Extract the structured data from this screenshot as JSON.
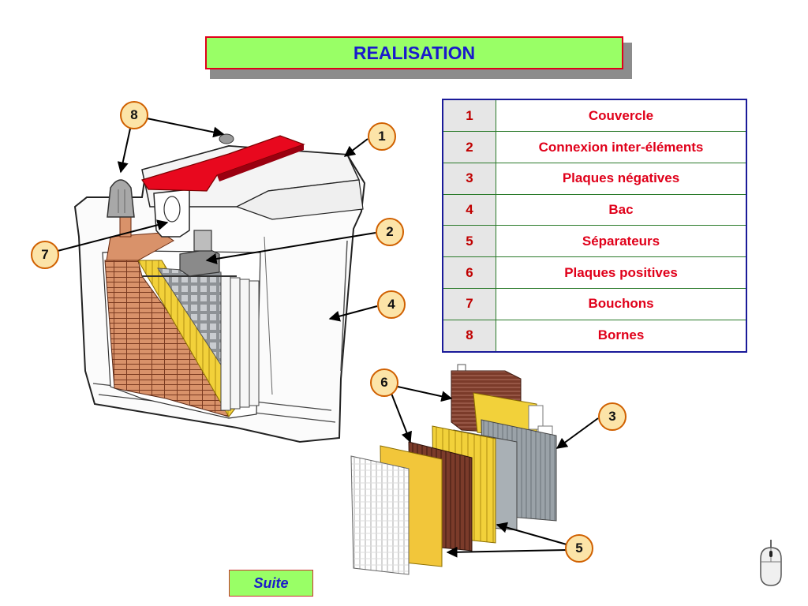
{
  "title": "REALISATION",
  "legend": [
    {
      "num": "1",
      "label": "Couvercle"
    },
    {
      "num": "2",
      "label": "Connexion inter-éléments"
    },
    {
      "num": "3",
      "label": "Plaques négatives"
    },
    {
      "num": "4",
      "label": "Bac"
    },
    {
      "num": "5",
      "label": "Séparateurs"
    },
    {
      "num": "6",
      "label": "Plaques positives"
    },
    {
      "num": "7",
      "label": "Bouchons"
    },
    {
      "num": "8",
      "label": "Bornes"
    }
  ],
  "callouts": {
    "c1": "1",
    "c2": "2",
    "c3": "3",
    "c4": "4",
    "c5": "5",
    "c6": "6",
    "c7": "7",
    "c8": "8"
  },
  "suite_label": "Suite",
  "colors": {
    "title_bg": "#99ff66",
    "title_border": "#e0001a",
    "title_text": "#1a1acc",
    "legend_text": "#e0001a",
    "callout_bg": "#fce4a8",
    "callout_border": "#d06000",
    "positive_plate": "#7a3a2a",
    "negative_plate": "#9aa0a4",
    "separator": "#f0c83a",
    "terminal": "#a8a8a8"
  },
  "icons": {
    "mouse": "mouse-icon"
  }
}
